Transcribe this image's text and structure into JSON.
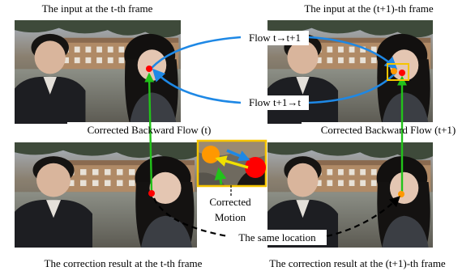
{
  "panels": {
    "top_left_caption": "The input at the t-th frame",
    "top_right_caption": "The input at the (t+1)-th frame",
    "bottom_left_caption": "The correction result at the t-th frame",
    "bottom_right_caption": "The correction result at the (t+1)-th frame"
  },
  "labels": {
    "flow_forward": "Flow t→t+1",
    "flow_backward": "Flow t+1→t",
    "corrected_backward_t": "Corrected Backward Flow (t)",
    "corrected_backward_t1": "Corrected Backward Flow (t+1)",
    "corrected_motion_line1": "Corrected",
    "corrected_motion_line2": "Motion",
    "same_location": "The same location"
  },
  "colors": {
    "flow_arrow": "#1e88e5",
    "corrected_flow_arrow": "#22c21a",
    "point_red": "#ff0000",
    "point_orange": "#ff9800",
    "highlight_box": "#f5c400",
    "correction_arrow": "#f0e000",
    "dashed_connector": "#000000"
  }
}
